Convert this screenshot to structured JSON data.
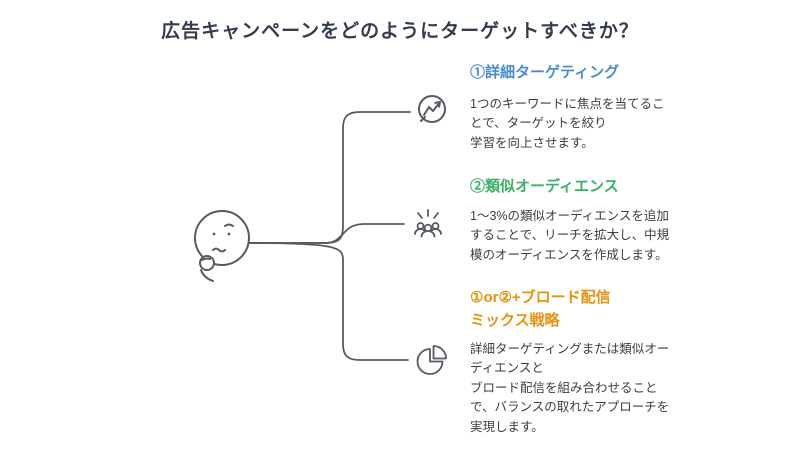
{
  "title": "広告キャンペーンをどのようにターゲットすべきか？",
  "figure": {
    "character": "thinking-face"
  },
  "colors": {
    "title": "#333d4c",
    "branch1_heading": "#4a8cd3",
    "branch2_heading": "#3cb06a",
    "branch3_heading": "#e8920f",
    "body_text": "#3a3f45",
    "lines_and_icons": "#565b61"
  },
  "branches": [
    {
      "id": "detailed-targeting",
      "icon": "chart-analysis-icon",
      "heading": "①詳細ターゲティング",
      "body": "1つのキーワードに焦点を当てるこ\nとで、ターゲットを絞り\n学習を向上させます。"
    },
    {
      "id": "lookalike-audience",
      "icon": "audience-icon",
      "heading": "②類似オーディエンス",
      "body": "1〜3%の類似オーディエンスを追加\nすることで、リーチを拡大し、中規\n模のオーディエンスを作成します。"
    },
    {
      "id": "mix-strategy",
      "icon": "pie-chart-icon",
      "heading": "①or②+ブロード配信\nミックス戦略",
      "body": "詳細ターゲティングまたは類似オー\nディエンスと\nブロード配信を組み合わせること\nで、バランスの取れたアプローチを\n実現します。"
    }
  ]
}
